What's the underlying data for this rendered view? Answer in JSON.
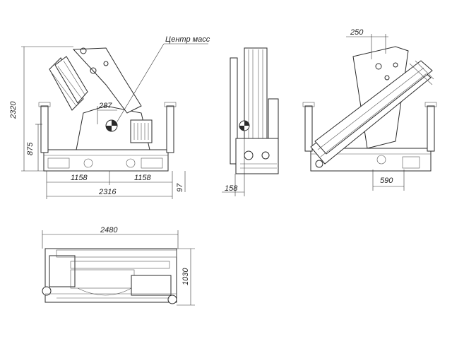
{
  "labels": {
    "center_of_mass": "Центр масс"
  },
  "dimensions": {
    "height_total": "2320",
    "height_base": "875",
    "half_width_left": "1158",
    "half_width_right": "1158",
    "width_total": "2316",
    "offset_side": "97",
    "com_offset_front": "287",
    "com_offset_side": "158",
    "top_offset_rear": "250",
    "rear_offset": "590",
    "plan_length": "2480",
    "plan_width": "1030"
  }
}
